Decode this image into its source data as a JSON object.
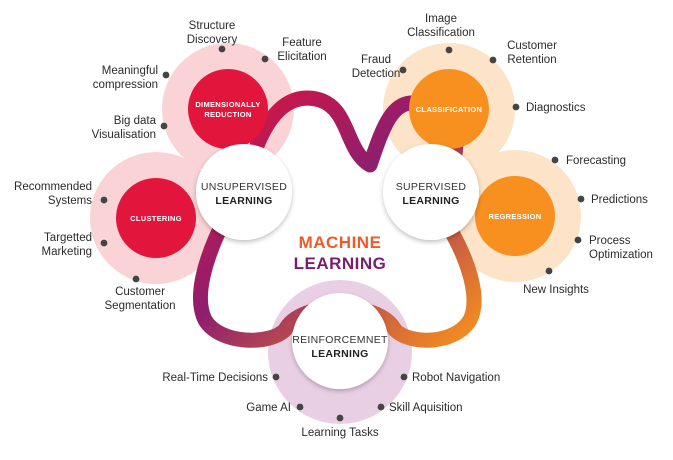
{
  "title": {
    "line1": "MACHINE",
    "line2": "LEARNING",
    "colors": {
      "line1": "#f05a28",
      "line2": "#7b1d6e"
    }
  },
  "nodes": {
    "unsupervised": {
      "line1": "UNSUPERVISED",
      "line2": "LEARNING"
    },
    "supervised": {
      "line1": "SUPERVISED",
      "line2": "LEARNING"
    },
    "reinforcement": {
      "line1": "REINFORCEMNET",
      "line2": "LEARNING"
    }
  },
  "subnodes": {
    "dimensionality": {
      "line1": "DIMENSIONALLY",
      "line2": "REDUCTION",
      "color": "#e2153c"
    },
    "clustering": {
      "line1": "CLUSTERING",
      "color": "#e2153c"
    },
    "classification": {
      "line1": "CLASSIFICATION",
      "color": "#f7901e"
    },
    "regression": {
      "line1": "REGRESSION",
      "color": "#f7901e"
    }
  },
  "labels": {
    "structure_discovery": [
      "Structure",
      "Discovery"
    ],
    "feature_elicitation": [
      "Feature",
      "Elicitation"
    ],
    "meaningful_compression": [
      "Meaningful",
      "compression"
    ],
    "big_data_visualisation": [
      "Big data",
      "Visualisation"
    ],
    "recommended_systems": [
      "Recommended",
      "Systems"
    ],
    "targetted_marketing": [
      "Targetted",
      "Marketing"
    ],
    "customer_segmentation": [
      "Customer",
      "Segmentation"
    ],
    "image_classification": [
      "Image",
      "Classification"
    ],
    "customer_retention": [
      "Customer",
      "Retention"
    ],
    "fraud_detection": [
      "Fraud",
      "Detection"
    ],
    "diagnostics": "Diagnostics",
    "forecasting": "Forecasting",
    "predictions": "Predictions",
    "process_optimization": [
      "Process",
      "Optimization"
    ],
    "new_insights": "New Insights",
    "real_time_decisions": "Real-Time Decisions",
    "robot_navigation": "Robot Navigation",
    "game_ai": "Game AI",
    "skill_aquisition": "Skill Aquisition",
    "learning_tasks": "Learning Tasks"
  },
  "colors": {
    "pink_halo": "#f9d3d6",
    "orange_halo": "#fde3c7",
    "purple_halo": "#e9cfe4",
    "ribbon_start": "#e2153c",
    "ribbon_mid": "#8e1e6e",
    "ribbon_end": "#f7901e",
    "dot": "#444444"
  }
}
